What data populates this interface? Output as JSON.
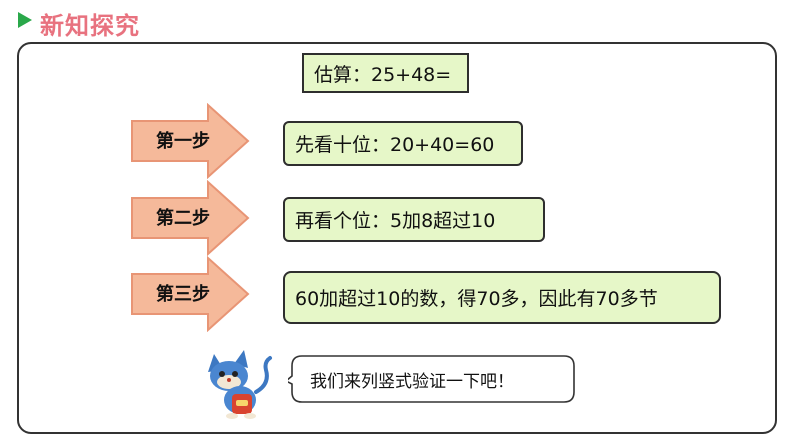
{
  "header": {
    "title": "新知探究"
  },
  "estimate": {
    "text": "估算：25+48="
  },
  "steps": [
    {
      "label": "第一步",
      "text": "先看十位：20+40=60"
    },
    {
      "label": "第二步",
      "text": "再看个位：5加8超过10"
    },
    {
      "label": "第三步",
      "text": "60加超过10的数，得70多，因此有70多节"
    }
  ],
  "speech": {
    "text": "我们来列竖式验证一下吧！"
  },
  "colors": {
    "header_title": "#e8727f",
    "header_triangle": "#2aa84a",
    "box_fill": "#e6f7c8",
    "arrow_fill": "#f5b99a",
    "arrow_stroke": "#e89575"
  },
  "icons": {
    "header_marker": "play-triangle-icon",
    "mascot": "cartoon-cat-mascot"
  }
}
